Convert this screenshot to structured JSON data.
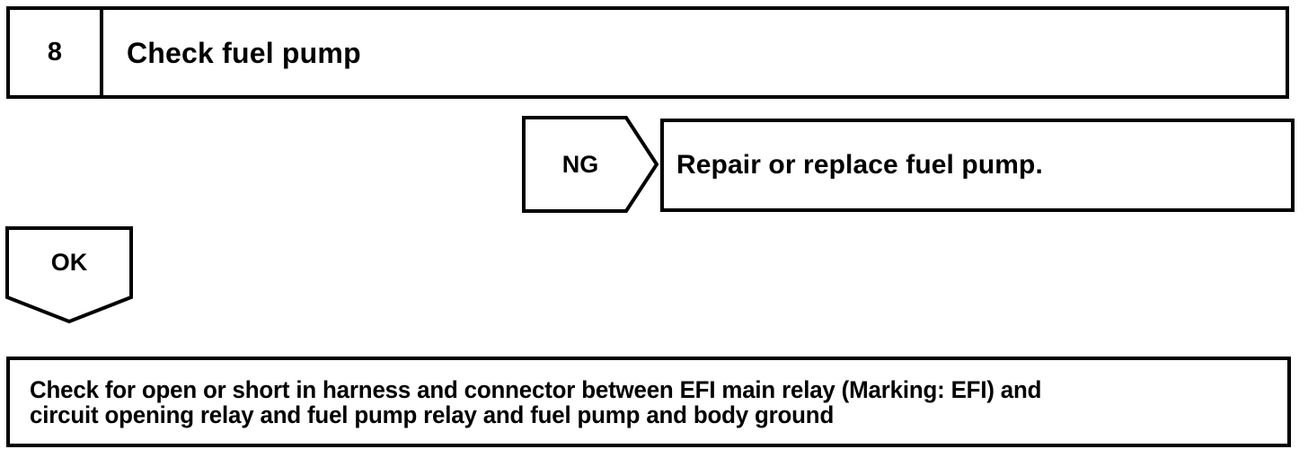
{
  "diagram": {
    "type": "troubleshooting-flowchart",
    "line_color": "#000000",
    "background_color": "#ffffff",
    "step": {
      "number": "8",
      "title": "Check fuel pump"
    },
    "branches": {
      "ng": {
        "label": "NG",
        "shape": "pentagon-arrow-right",
        "target_text": "Repair or replace fuel pump."
      },
      "ok": {
        "label": "OK",
        "shape": "pentagon-arrow-down"
      }
    },
    "next_step": {
      "line1": "Check for open or short in harness and connector between EFI main relay (Marking: EFI) and",
      "line2": "circuit opening relay and fuel pump relay and fuel pump and body ground"
    }
  }
}
